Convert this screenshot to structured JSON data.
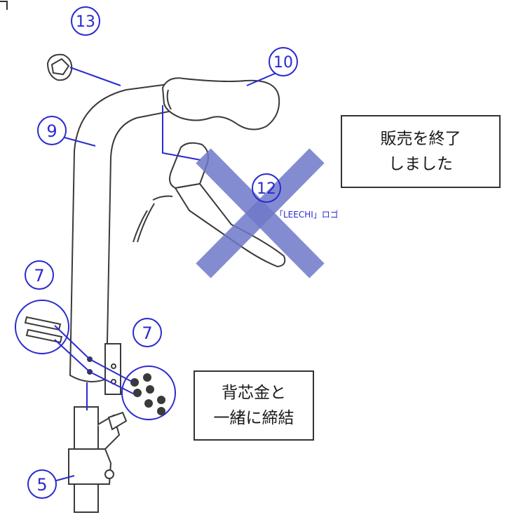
{
  "callouts": {
    "c13": "13",
    "c10": "10",
    "c9": "9",
    "c12": "12",
    "c7a": "7",
    "c7b": "7",
    "c5": "5"
  },
  "logo_label": "「LEECHI」ロゴ",
  "notes": {
    "discontinued": "販売を終了\nしました",
    "fasten": "背芯金と\n一緒に締結"
  },
  "colors": {
    "line": "#2a2ad0",
    "cross": "#6f78c9",
    "outline": "#3a3a3a"
  }
}
